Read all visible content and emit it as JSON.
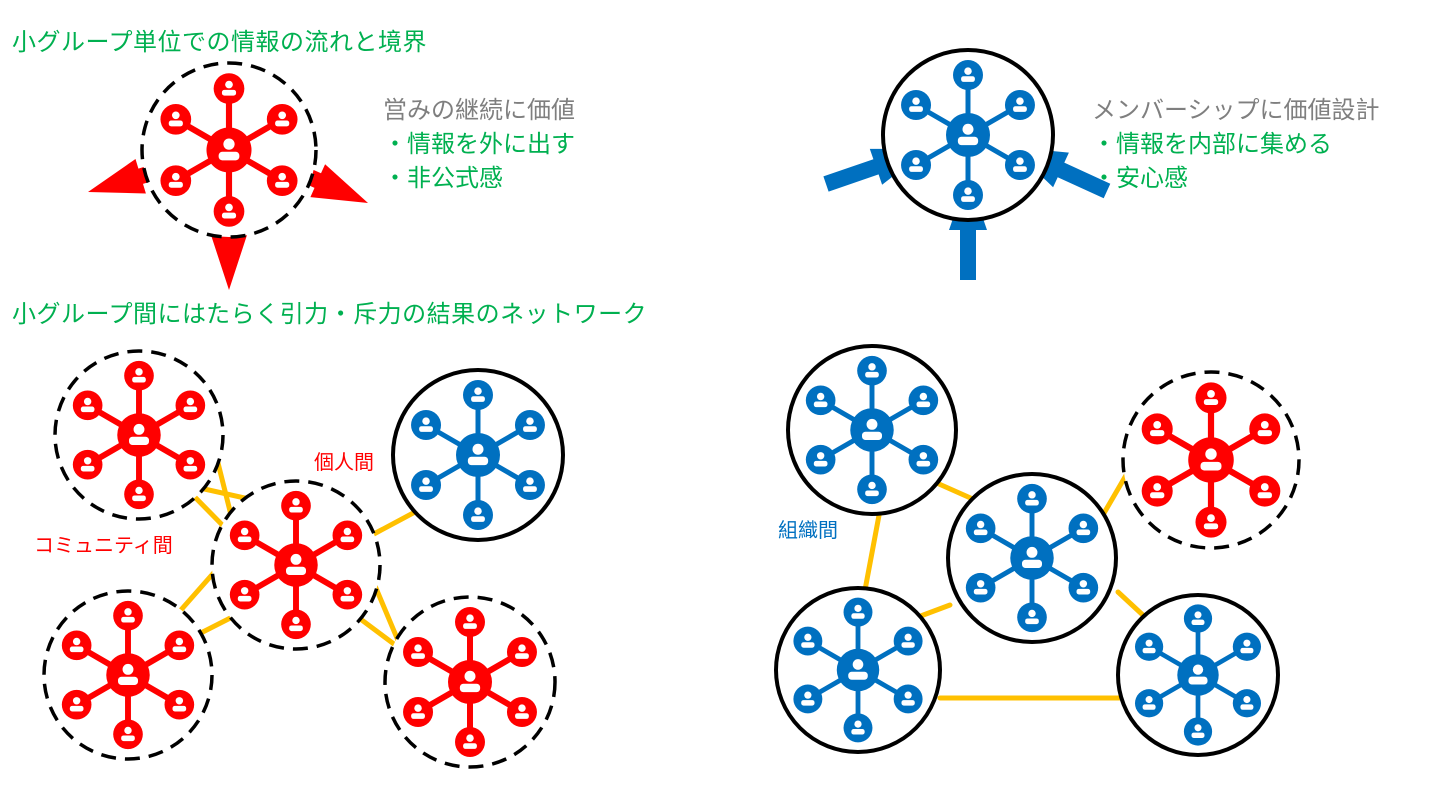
{
  "colors": {
    "red": "#ff0000",
    "blue": "#0070c0",
    "green": "#00b050",
    "gray": "#7f7f7f",
    "yellow": "#ffc000",
    "black": "#000000"
  },
  "icon": "person-icon",
  "top": {
    "heading": "小グループ単位での情報の流れと境界",
    "informal": {
      "title": "営みの継続に価値",
      "items": [
        "・情報を外に出す",
        "・非公式感"
      ]
    },
    "formal": {
      "title": "メンバーシップに価値設計",
      "items": [
        "・情報を内部に集める",
        "・安心感"
      ]
    }
  },
  "bottom": {
    "heading": "小グループ間にはたらく引力・斥力の結果のネットワーク",
    "labels": {
      "interpersonal": "個人間",
      "intercommunity": "コミュニティ間",
      "interorganization": "組織間"
    }
  }
}
